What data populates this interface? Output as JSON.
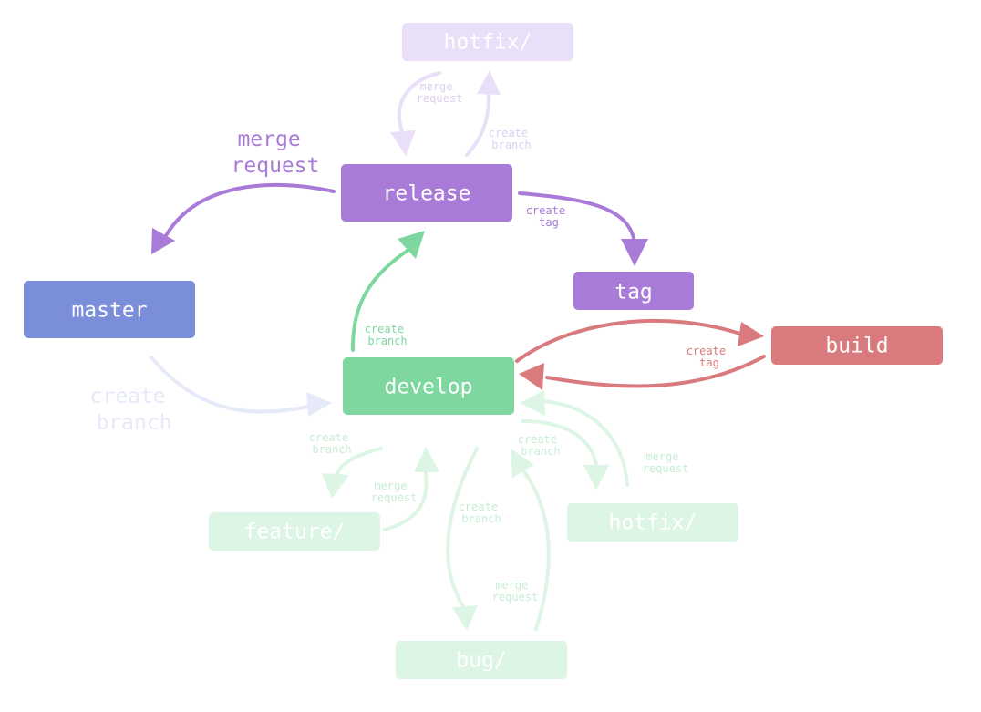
{
  "colors": {
    "release": "#a97bd8",
    "master": "#7a8ed9",
    "develop": "#7dd79f",
    "build": "#d97b7e",
    "hotfix_top": "#eadff8",
    "faded_green": "#dcf5e4",
    "faded_blue": "#e6eaf8",
    "faded_purple_text": "#ddd0f2",
    "faded_green_text": "#c7edd4",
    "white": "#ffffff"
  },
  "nodes": {
    "hotfix_top": "hotfix/",
    "release": "release",
    "master": "master",
    "tag": "tag",
    "develop": "develop",
    "build": "build",
    "feature": "feature/",
    "hotfix_bottom": "hotfix/",
    "bug": "bug/"
  },
  "edge_labels": {
    "merge_request_master": "merge request",
    "create_branch_hotfix_top": "create branch",
    "merge_request_hotfix_top": "merge request",
    "create_tag_release": "create tag",
    "create_branch_release": "create branch",
    "create_tag_build": "create tag",
    "create_branch_master": "create branch",
    "create_branch_feature": "create branch",
    "merge_request_feature": "merge request",
    "create_branch_bug": "create branch",
    "merge_request_bug": "merge request",
    "create_branch_hotfix_bottom": "create branch",
    "merge_request_hotfix_bottom": "merge request"
  }
}
